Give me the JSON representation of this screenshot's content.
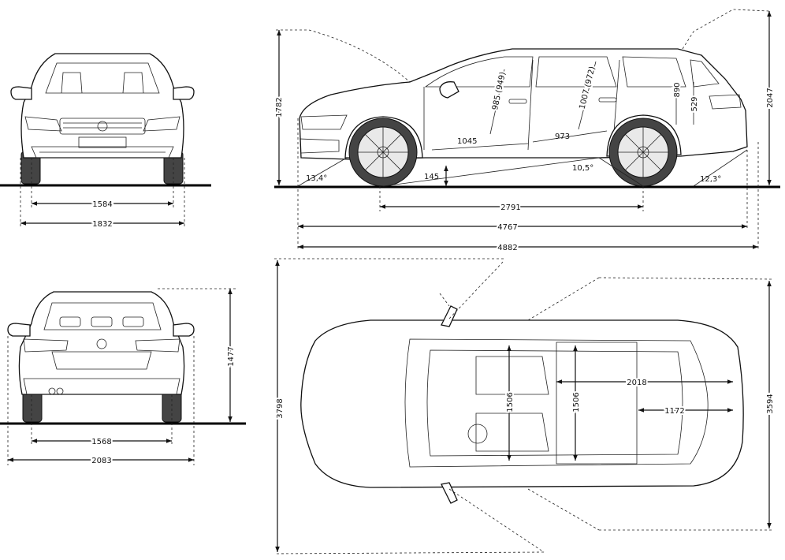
{
  "dimensions": {
    "front_track": "1584",
    "width_front": "1832",
    "rear_track": "1568",
    "width_mirrors": "2083",
    "height": "1477",
    "side_height_roof": "1782",
    "side_height_tailgate_open": "2047",
    "approach_angle": "13,4°",
    "departure_angle": "12,3°",
    "ramp_angle": "10,5°",
    "ground_clearance": "145",
    "wheelbase": "2791",
    "length": "4767",
    "length_overall": "4882",
    "front_headroom": "985 (949)",
    "rear_headroom": "1007 (972)",
    "front_legroom": "1045",
    "rear_legroom": "973",
    "boot_opening_height": "890",
    "loading_sill": "529",
    "door_swing_front": "3798",
    "door_swing_rear": "3594",
    "shoulder_width_front": "1506",
    "shoulder_width_rear": "1506",
    "cargo_length_folded": "2018",
    "cargo_length": "1172"
  }
}
